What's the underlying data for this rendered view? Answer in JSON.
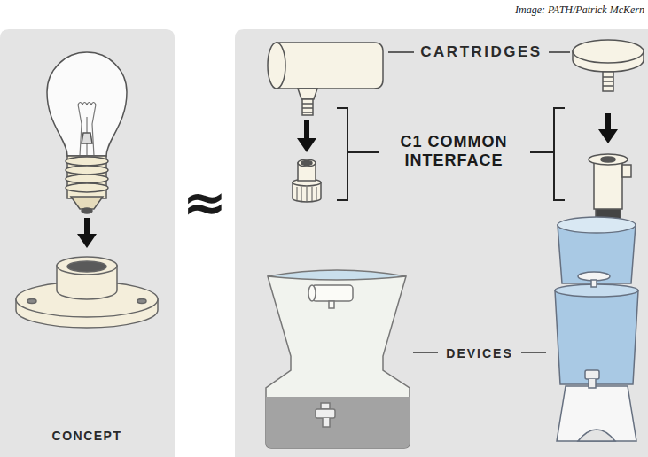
{
  "diagram": {
    "nodes": [
      {
        "text": [
          "CONCEPT"
        ]
      },
      {
        "text": [
          "CARTRIDGES",
          "C1 COMMON INTERFACE",
          "DEVICES"
        ]
      }
    ],
    "labels": [
      "Image: PATH/Patrick McKern",
      "≈"
    ]
  }
}
